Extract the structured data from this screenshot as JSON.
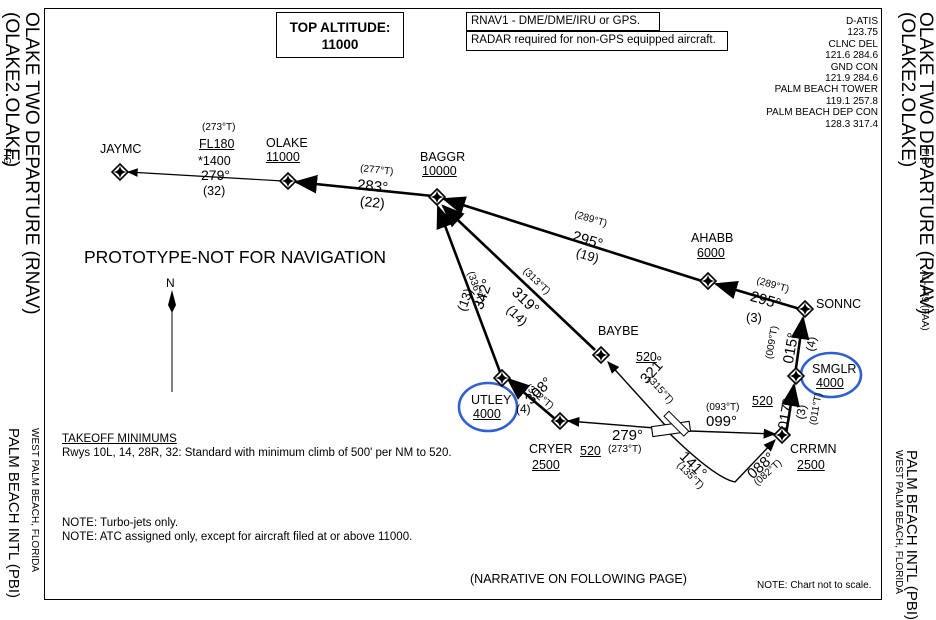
{
  "chart": {
    "title": "OLAKE TWO DEPARTURE (RNAV)",
    "identifier": "(OLAKE2.OLAKE)",
    "fig_ref": "FIG",
    "faa_ref": "AL-449 (FAA)",
    "airport": "PALM BEACH INTL (PBI)",
    "city": "WEST PALM BEACH, FLORIDA",
    "top_altitude_label": "TOP ALTITUDE:",
    "top_altitude_value": "11000",
    "rnav_note": "RNAV1 - DME/DME/IRU or GPS.",
    "radar_note": "RADAR required for non-GPS equipped aircraft.",
    "prototype_warning": "PROTOTYPE-NOT FOR NAVIGATION",
    "north_label": "N",
    "narrative_note": "(NARRATIVE ON FOLLOWING PAGE)",
    "scale_note": "NOTE: Chart not to scale."
  },
  "frequencies": [
    {
      "name": "D-ATIS",
      "freq": "123.75"
    },
    {
      "name": "CLNC DEL",
      "freq": "121.6  284.6"
    },
    {
      "name": "GND CON",
      "freq": "121.9  284.6"
    },
    {
      "name": "PALM BEACH TOWER",
      "freq": "119.1  257.8"
    },
    {
      "name": "PALM BEACH DEP CON",
      "freq": "128.3  317.4"
    }
  ],
  "takeoff": {
    "heading": "TAKEOFF MINIMUMS",
    "text": "Rwys 10L, 14, 28R, 32: Standard with minimum climb of 500' per NM to 520."
  },
  "notes": [
    "NOTE: Turbo-jets only.",
    "NOTE: ATC assigned only, except for aircraft filed at or above 11000."
  ],
  "fixes": {
    "jaymc": {
      "name": "JAYMC"
    },
    "olake": {
      "name": "OLAKE",
      "alt": "11000"
    },
    "baggr": {
      "name": "BAGGR",
      "alt": "10000"
    },
    "ahabb": {
      "name": "AHABB",
      "alt": "6000"
    },
    "sonnc": {
      "name": "SONNC"
    },
    "smglr": {
      "name": "SMGLR",
      "alt": "4000"
    },
    "baybe": {
      "name": "BAYBE"
    },
    "utley": {
      "name": "UTLEY",
      "alt": "4000"
    },
    "cryer": {
      "name": "CRYER",
      "alt": "2500"
    },
    "crrmn": {
      "name": "CRRMN",
      "alt": "2500"
    }
  },
  "legs": {
    "olake_jaymc": {
      "true": "(273°T)",
      "alt": "FL180",
      "min": "*1400",
      "course": "279°",
      "dist": "(32)"
    },
    "baggr_olake": {
      "true": "(277°T)",
      "course": "283°",
      "dist": "(22)"
    },
    "ahabb_baggr": {
      "true": "(289°T)",
      "course": "295°",
      "dist": "(19)"
    },
    "sonnc_ahabb": {
      "true": "(289°T)",
      "course": "295°",
      "dist": "(3)"
    },
    "smglr_sonnc": {
      "true": "(009°T)",
      "course": "015°",
      "dist": "(4)"
    },
    "crrmn_smglr": {
      "true": "(011°T)",
      "course": "017°",
      "dist": "(3)"
    },
    "utley_baggr": {
      "true": "(336°T)",
      "course": "342°",
      "dist": "(13)"
    },
    "baybe_baggr": {
      "true": "(313°T)",
      "course": "319°",
      "dist": "(14)"
    },
    "cryer_utley": {
      "true": "(302°T)",
      "course": "308°",
      "dist": "(4)"
    },
    "rwy_cryer": {
      "true": "(273°T)",
      "course": "279°",
      "alt": "520"
    },
    "rwy_baybe": {
      "true": "(315°T)",
      "course": "321°",
      "alt": "520"
    },
    "rwy_crrmn": {
      "true": "(093°T)",
      "course": "099°",
      "alt": "520"
    },
    "rwy_south": {
      "true": "(135°T)",
      "course": "141°"
    },
    "loop_crrmn": {
      "true": "(082°T)",
      "course": "088°"
    }
  }
}
